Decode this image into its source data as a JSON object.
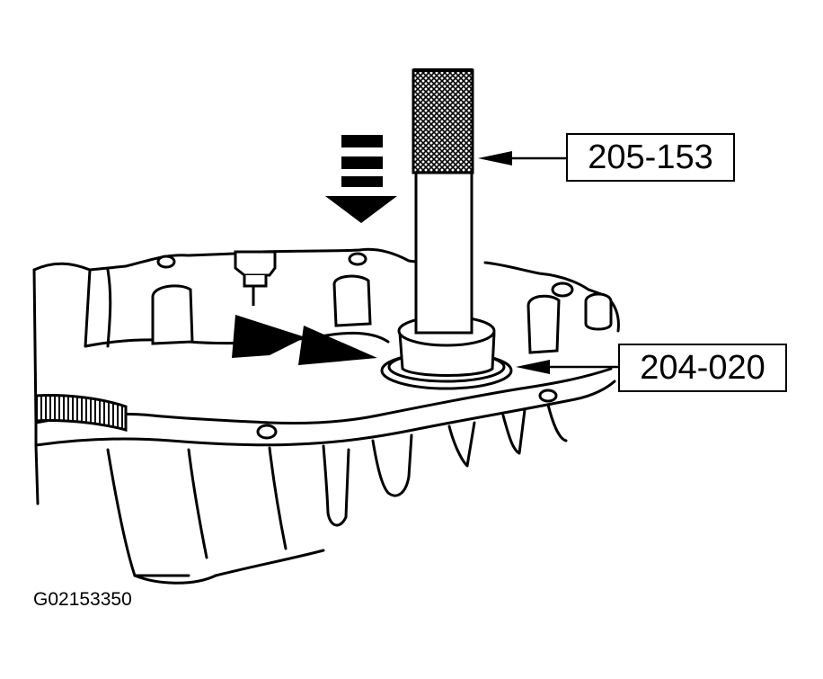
{
  "callouts": {
    "handle_tool": "205-153",
    "installer_tool": "204-020"
  },
  "figure_code": "G02153350",
  "colors": {
    "ink": "#000000",
    "paper": "#ffffff"
  },
  "icons": {
    "direction_arrow": "down-arrow-icon",
    "install_arrow": "right-arrow-icon"
  }
}
